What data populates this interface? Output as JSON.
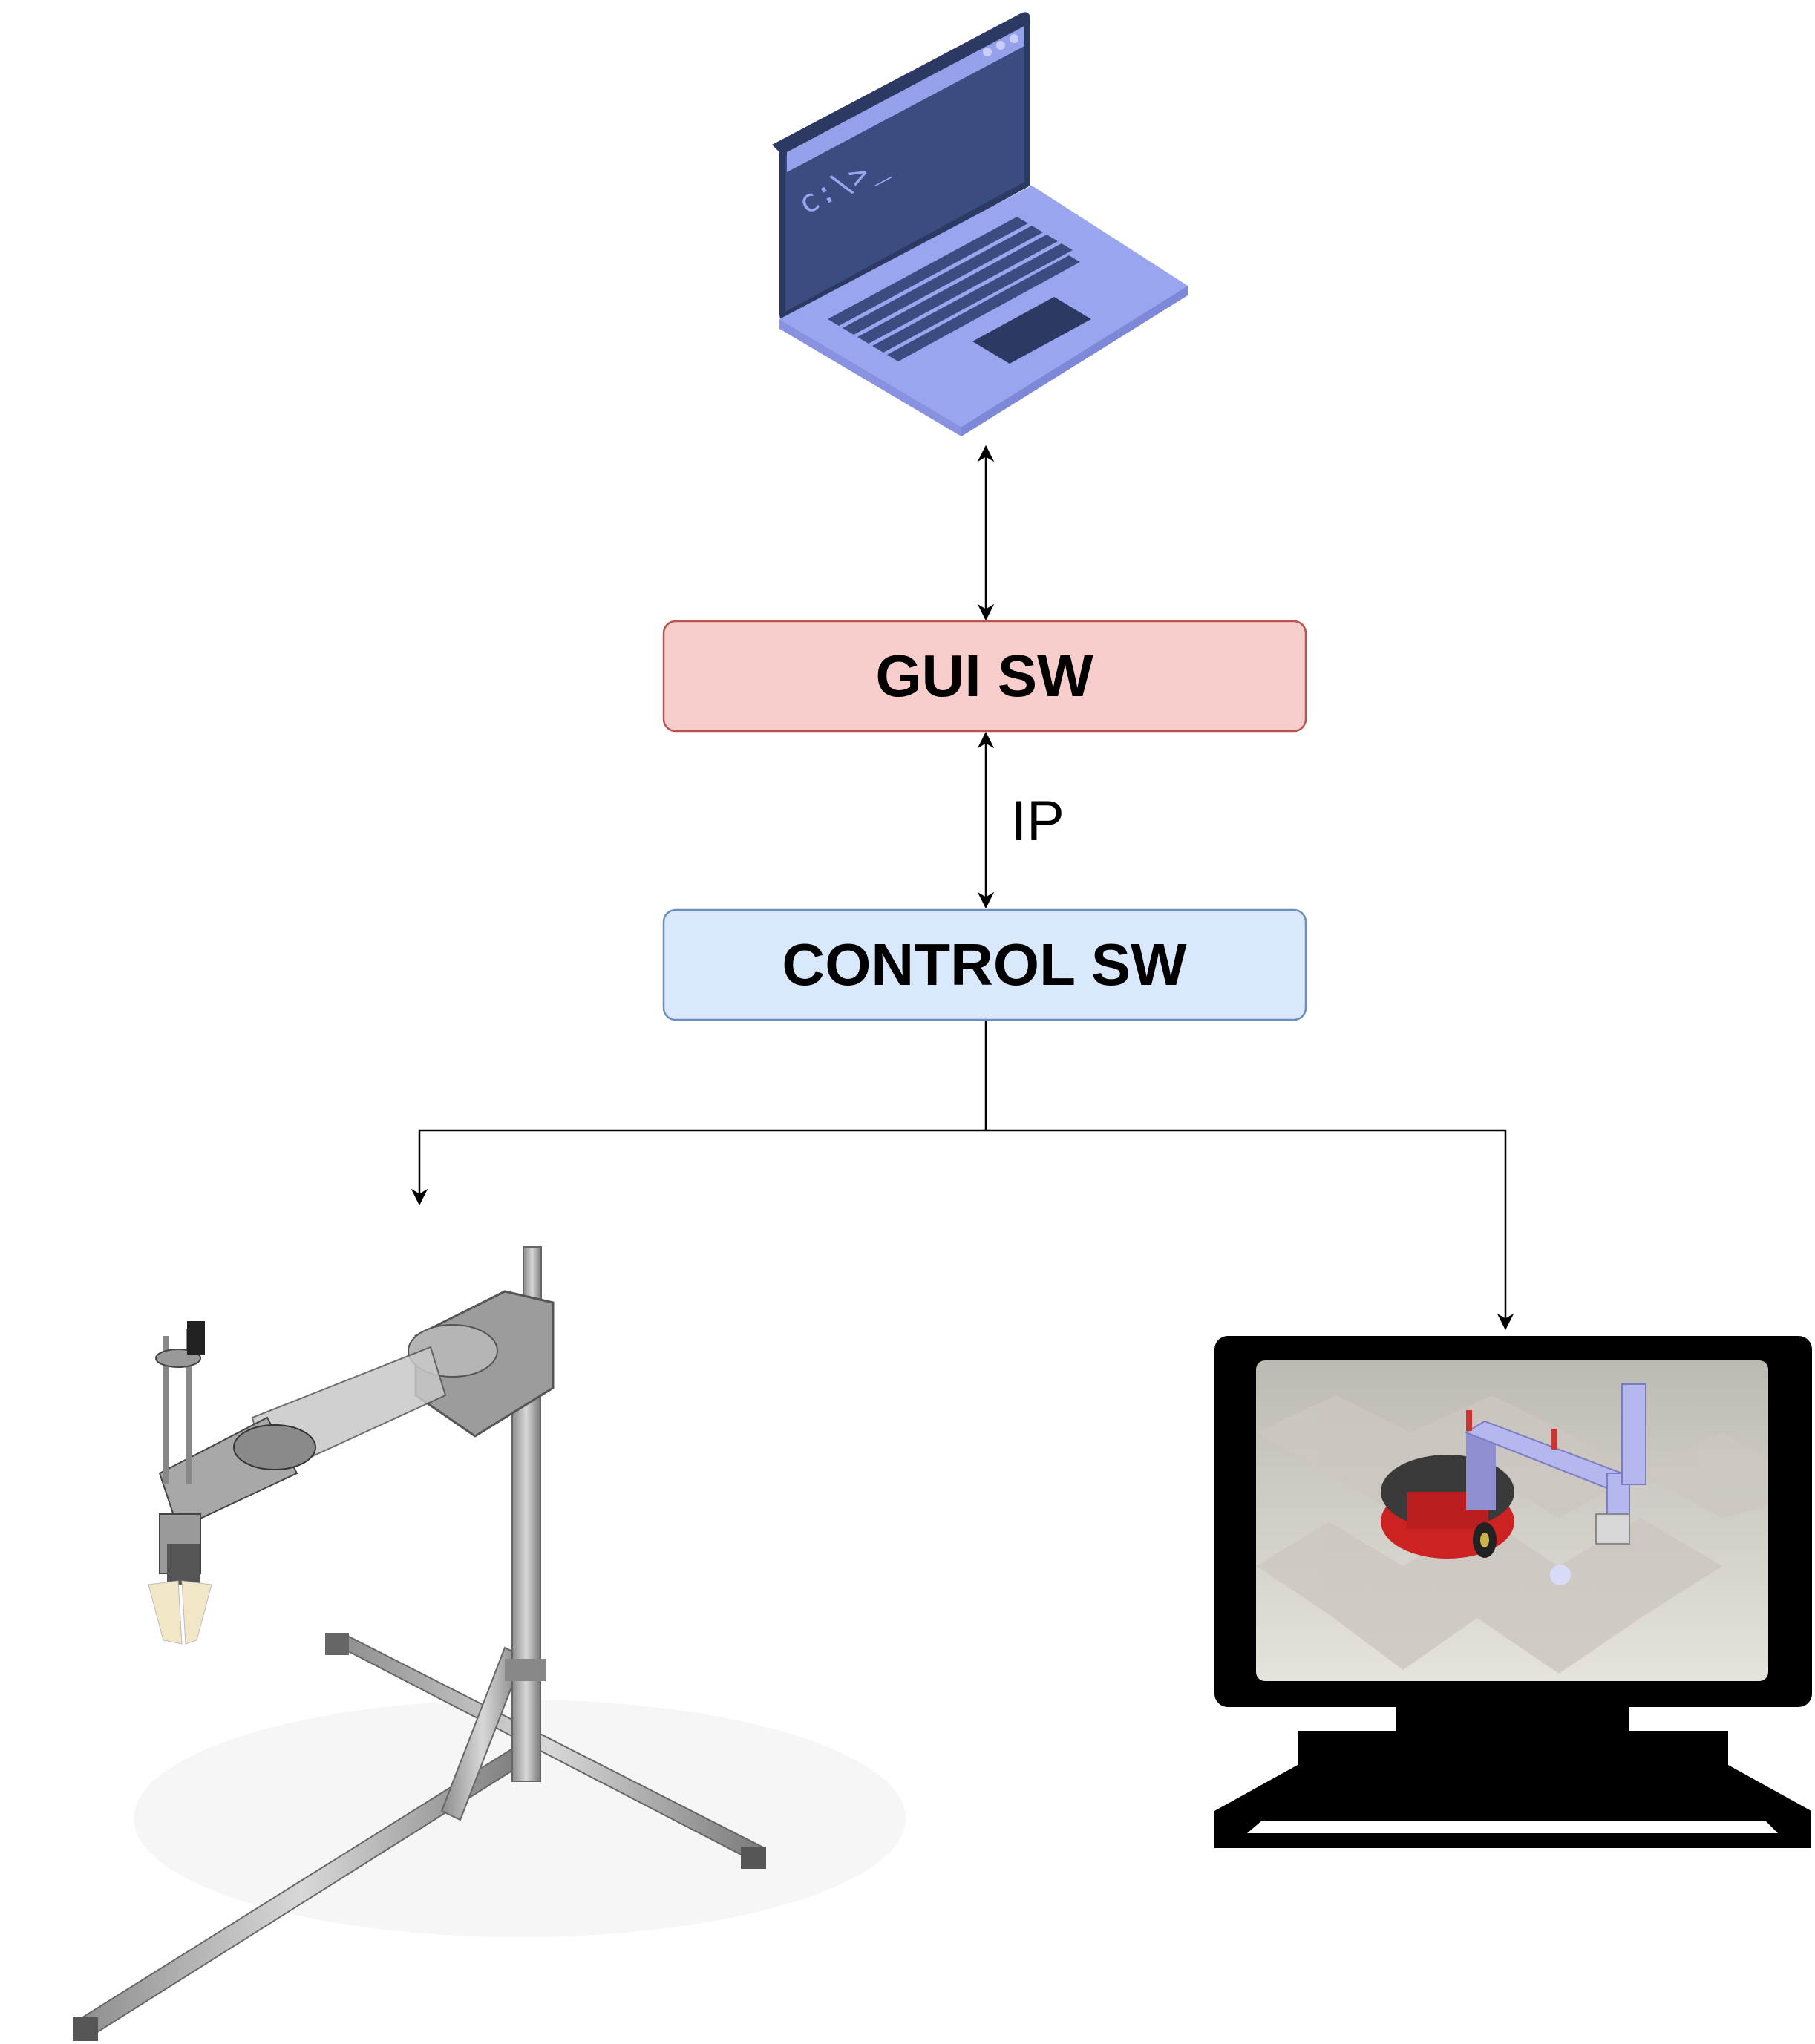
{
  "nodes": {
    "gui": {
      "label": "GUI SW",
      "fill": "#f8cecc",
      "stroke": "#b85450"
    },
    "control": {
      "label": "CONTROL SW",
      "fill": "#dae8fc",
      "stroke": "#6c8ebf"
    },
    "laptop": {
      "icon": "laptop-icon",
      "prompt_text": "c:\\>_",
      "screen_color": "#3b4d80",
      "body_color": "#9aa5f0"
    },
    "robot_arm": {
      "icon": "scara-robot-arm-image"
    },
    "monitor": {
      "icon": "monitor-simulation-icon",
      "frame_color": "#000000",
      "floor_color": "#d9d5cf"
    }
  },
  "edges": {
    "laptop_gui": {
      "direction": "bidirectional"
    },
    "gui_control": {
      "label": "IP",
      "direction": "bidirectional"
    },
    "control_outputs": {
      "targets": [
        "robot_arm",
        "monitor"
      ]
    }
  },
  "colors": {
    "line": "#000000",
    "text": "#000000"
  }
}
